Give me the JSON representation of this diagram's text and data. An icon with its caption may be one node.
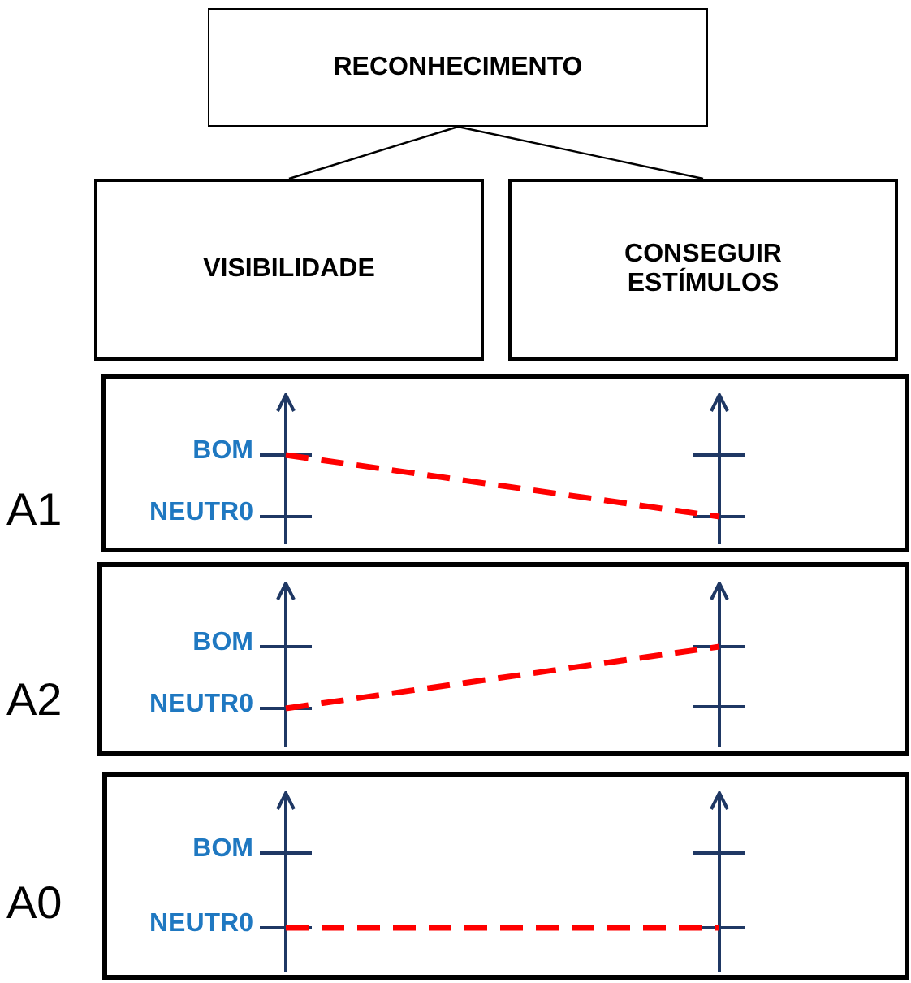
{
  "diagram": {
    "nodes": [
      {
        "text": [
          "RECONHECIMENTO"
        ]
      },
      {
        "text": [
          "VISIBILIDADE"
        ]
      },
      {
        "text": [
          "CONSEGUIR ESTÍMULOS"
        ]
      },
      {
        "text": [
          "BOM",
          "NEUTR0"
        ],
        "beside": [
          "A1"
        ]
      },
      {
        "text": [
          "BOM",
          "NEUTR0"
        ],
        "beside": [
          "A2"
        ]
      },
      {
        "text": [
          "BOM",
          "NEUTR0"
        ],
        "beside": [
          "A0"
        ]
      }
    ],
    "edges": [
      {
        "from": 0,
        "to": 1,
        "arrow": "none"
      },
      {
        "from": 0,
        "to": 2,
        "arrow": "none"
      }
    ]
  }
}
